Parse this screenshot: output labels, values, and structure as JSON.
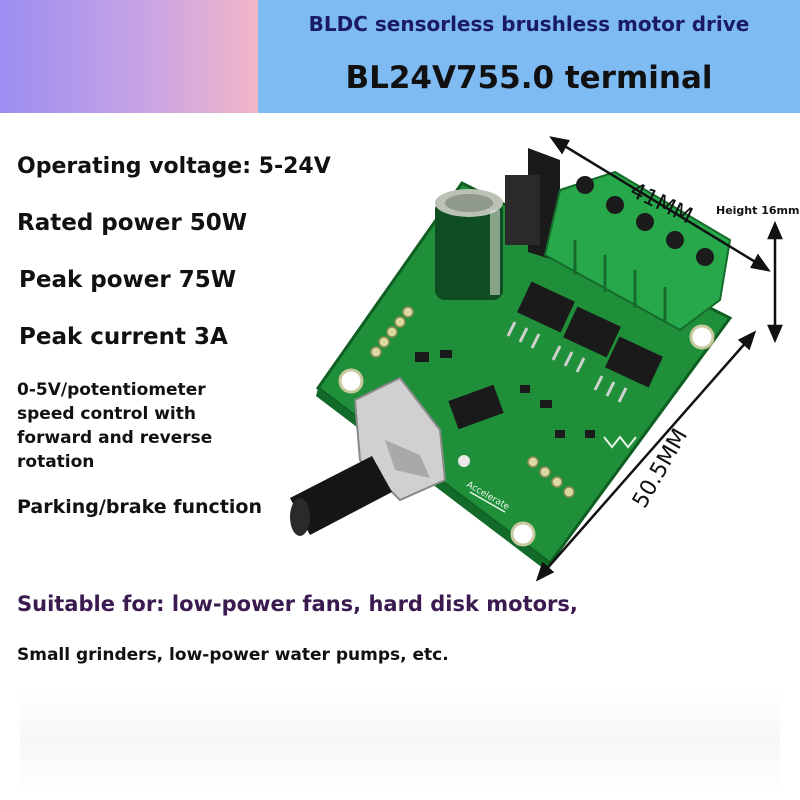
{
  "header": {
    "line1": "BLDC sensorless brushless motor drive",
    "line2": "BL24V755.0 terminal"
  },
  "specs": {
    "operating_voltage": "Operating voltage: 5-24V",
    "rated_power": "Rated power 50W",
    "peak_power": "Peak power 75W",
    "peak_current": "Peak current 3A",
    "speed_control": "0-5V/potentiometer\nspeed control with\nforward and reverse\nrotation",
    "brake": "Parking/brake function"
  },
  "dimensions": {
    "width": "41MM",
    "height": "Height 16mm",
    "length": "50.5MM"
  },
  "board_labels": {
    "accelerate": "Accelerate"
  },
  "suitable": {
    "line1": "Suitable for: low-power fans, hard disk motors,",
    "line2": "Small grinders, low-power water pumps, etc."
  },
  "colors": {
    "pcb": "#1f8f3a",
    "terminal": "#27a84a",
    "header_blue": "#7fbbf3"
  }
}
